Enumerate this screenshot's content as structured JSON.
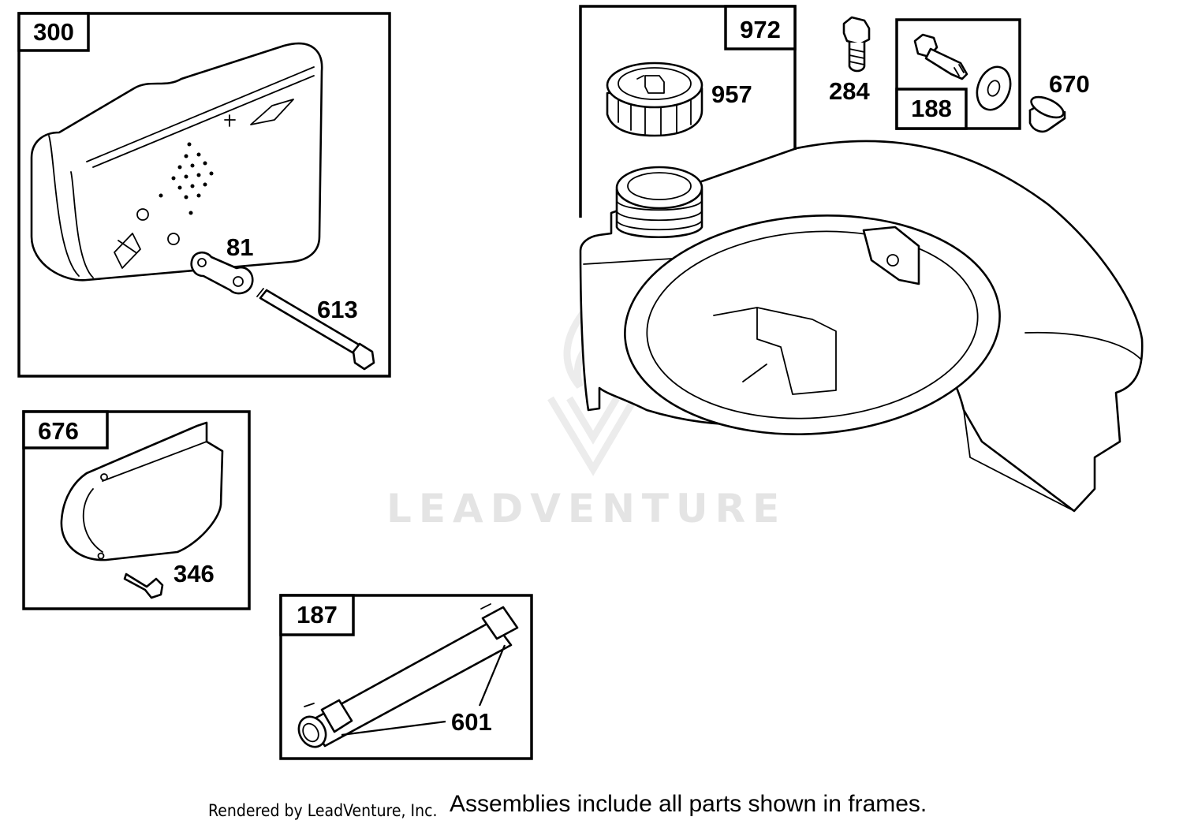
{
  "diagram": {
    "callouts": {
      "c300": "300",
      "c81": "81",
      "c613": "613",
      "c676": "676",
      "c346": "346",
      "c187": "187",
      "c601": "601",
      "c972": "972",
      "c957": "957",
      "c284": "284",
      "c188": "188",
      "c670": "670"
    },
    "watermark": "LEADVENTURE"
  },
  "footer": {
    "rendered_by": "Rendered by LeadVenture, Inc.",
    "note": "Assemblies include all parts shown in frames."
  }
}
